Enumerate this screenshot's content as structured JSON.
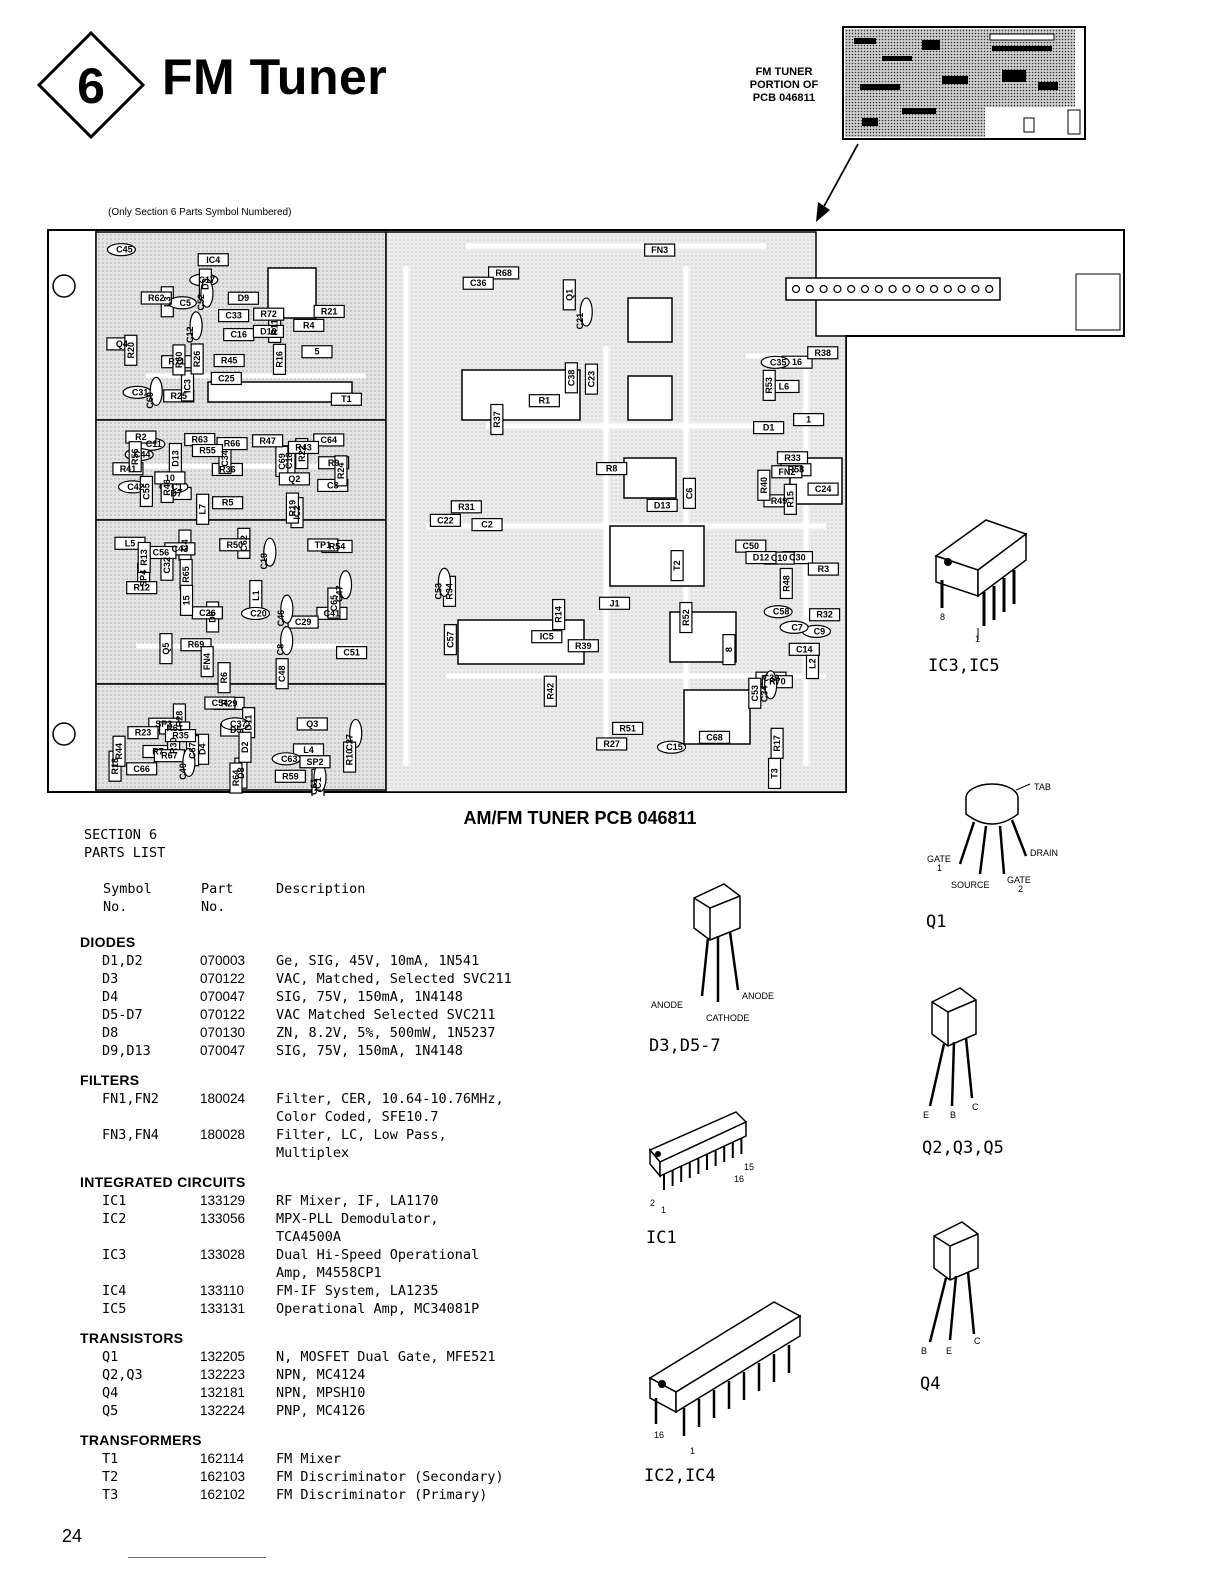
{
  "header": {
    "section_number": "6",
    "title": "FM Tuner",
    "portion_label": [
      "FM TUNER",
      "PORTION OF",
      "PCB 046811"
    ]
  },
  "board": {
    "note": "(Only Section 6 Parts Symbol Numbered)",
    "title": "AM/FM TUNER PCB 046811"
  },
  "parts_list": {
    "heading": [
      "SECTION 6",
      "PARTS LIST"
    ],
    "columns": {
      "symbol": [
        "Symbol",
        "No."
      ],
      "part": [
        "Part",
        "No."
      ],
      "description": [
        "Description"
      ]
    },
    "categories": [
      {
        "name": "DIODES",
        "rows": [
          {
            "symbol": "D1,D2",
            "part": "070003",
            "desc": [
              "Ge, SIG, 45V, 10mA, 1N541"
            ]
          },
          {
            "symbol": "D3",
            "part": "070122",
            "desc": [
              "VAC, Matched, Selected SVC211"
            ]
          },
          {
            "symbol": "D4",
            "part": "070047",
            "desc": [
              "SIG, 75V, 150mA, 1N4148"
            ]
          },
          {
            "symbol": "D5-D7",
            "part": "070122",
            "desc": [
              "VAC Matched Selected SVC211"
            ]
          },
          {
            "symbol": "D8",
            "part": "070130",
            "desc": [
              "ZN, 8.2V, 5%, 500mW, 1N5237"
            ]
          },
          {
            "symbol": "D9,D13",
            "part": "070047",
            "desc": [
              "SIG, 75V, 150mA, 1N4148"
            ]
          }
        ]
      },
      {
        "name": "FILTERS",
        "rows": [
          {
            "symbol": "FN1,FN2",
            "part": "180024",
            "desc": [
              "Filter, CER, 10.64-10.76MHz,",
              "Color Coded, SFE10.7"
            ]
          },
          {
            "symbol": "FN3,FN4",
            "part": "180028",
            "desc": [
              "Filter, LC, Low Pass,",
              "Multiplex"
            ]
          }
        ]
      },
      {
        "name": "INTEGRATED CIRCUITS",
        "rows": [
          {
            "symbol": "IC1",
            "part": "133129",
            "desc": [
              "RF Mixer, IF, LA1170"
            ]
          },
          {
            "symbol": "IC2",
            "part": "133056",
            "desc": [
              "MPX-PLL Demodulator,",
              "TCA4500A"
            ]
          },
          {
            "symbol": "IC3",
            "part": "133028",
            "desc": [
              "Dual Hi-Speed Operational",
              "Amp, M4558CP1"
            ]
          },
          {
            "symbol": "IC4",
            "part": "133110",
            "desc": [
              "FM-IF System, LA1235"
            ]
          },
          {
            "symbol": "IC5",
            "part": "133131",
            "desc": [
              "Operational Amp, MC34081P"
            ]
          }
        ]
      },
      {
        "name": "TRANSISTORS",
        "rows": [
          {
            "symbol": "Q1",
            "part": "132205",
            "desc": [
              "N, MOSFET Dual Gate, MFE521"
            ]
          },
          {
            "symbol": "Q2,Q3",
            "part": "132223",
            "desc": [
              "NPN, MC4124"
            ]
          },
          {
            "symbol": "Q4",
            "part": "132181",
            "desc": [
              "NPN, MPSH10"
            ]
          },
          {
            "symbol": "Q5",
            "part": "132224",
            "desc": [
              "PNP, MC4126"
            ]
          }
        ]
      },
      {
        "name": "TRANSFORMERS",
        "rows": [
          {
            "symbol": "T1",
            "part": "162114",
            "desc": [
              "FM Mixer"
            ]
          },
          {
            "symbol": "T2",
            "part": "162103",
            "desc": [
              "FM Discriminator (Secondary)"
            ]
          },
          {
            "symbol": "T3",
            "part": "162102",
            "desc": [
              "FM Discriminator (Primary)"
            ]
          }
        ]
      }
    ]
  },
  "packages": {
    "ic3_ic5": {
      "label": "IC3,IC5",
      "pins": [
        "8",
        "1"
      ]
    },
    "q1": {
      "label": "Q1",
      "pins": [
        "TAB",
        "GATE",
        "1",
        "SOURCE",
        "GATE",
        "2",
        "DRAIN"
      ]
    },
    "d3_d5": {
      "label": "D3,D5-7",
      "pins": [
        "ANODE",
        "ANODE",
        "CATHODE"
      ]
    },
    "q2_q3_q5": {
      "label": "Q2,Q3,Q5",
      "pins": [
        "E",
        "B",
        "C"
      ]
    },
    "ic1": {
      "label": "IC1",
      "pins": [
        "2",
        "1",
        "15",
        "16"
      ]
    },
    "q4": {
      "label": "Q4",
      "pins": [
        "B",
        "E",
        "C"
      ]
    },
    "ic2_ic4": {
      "label": "IC2,IC4",
      "pins": [
        "16",
        "1"
      ]
    }
  },
  "pcb_labels": [
    "C16",
    "R36",
    "C41",
    "L4",
    "C23",
    "C30",
    "T1",
    "R5",
    "D6",
    "R28",
    "C38",
    "C39",
    "C31",
    "C34",
    "C29",
    "R29",
    "R14",
    "C24",
    "C25",
    "D13",
    "SP4",
    "IC1",
    "8",
    "16",
    "C17",
    "C18",
    "C26",
    "C27",
    "C21",
    "C35",
    "R16",
    "D7",
    "L5",
    "D8",
    "R31",
    "C10",
    "L3",
    "C11",
    "R12",
    "D5",
    "C6",
    "L2",
    "C5",
    "R2",
    "C4",
    "D4",
    "R8",
    "C9",
    "R11",
    "R9",
    "C8",
    "R10",
    "Q1",
    "C7",
    "R4",
    "C3",
    "R6",
    "R7",
    "C2",
    "R3",
    "D3",
    "C1",
    "L1",
    "SP3",
    "C50",
    "R33",
    "D9",
    "C42",
    "R54",
    "R61",
    "C57",
    "R58",
    "R71",
    "R46",
    "C47",
    "C54",
    "T2",
    "R49",
    "C60",
    "C69",
    "C48",
    "C67",
    "R42",
    "R48",
    "IC4",
    "L7",
    "C65",
    "C66",
    "R68",
    "T3",
    "D10",
    "R66",
    "R65",
    "D11",
    "D13",
    "D12",
    "Q4",
    "C44",
    "C51",
    "C61",
    "R51",
    "C58",
    "C52",
    "C55",
    "C43",
    "R30",
    "R27",
    "L6",
    "R62",
    "R63",
    "R69",
    "R64",
    "IC5",
    "R70",
    "R72",
    "C64",
    "Q5",
    "R67",
    "R39",
    "FN2",
    "R45",
    "R41",
    "C62",
    "C63",
    "C68",
    "R17",
    "R21",
    "R22",
    "C20",
    "R23",
    "C22",
    "R32",
    "R25",
    "Q2",
    "TP1",
    "R18",
    "FN3",
    "R40",
    "C45",
    "R47",
    "R50",
    "R44",
    "C15",
    "C14",
    "C12",
    "IC2",
    "C32",
    "Q3",
    "R37",
    "R38",
    "IC3",
    "R43",
    "C46",
    "C49",
    "R52",
    "C53",
    "C33",
    "R55",
    "C56",
    "C37",
    "C36",
    "R15",
    "R20",
    "R24",
    "C19",
    "R35",
    "R34",
    "C34",
    "R26",
    "R19",
    "FN4",
    "R59",
    "C53",
    "R53",
    "R60",
    "R56",
    "R13",
    "SP2",
    "J1",
    "1",
    "5",
    "10",
    "15",
    "D2",
    "R1",
    "D1"
  ],
  "page_number": "24"
}
